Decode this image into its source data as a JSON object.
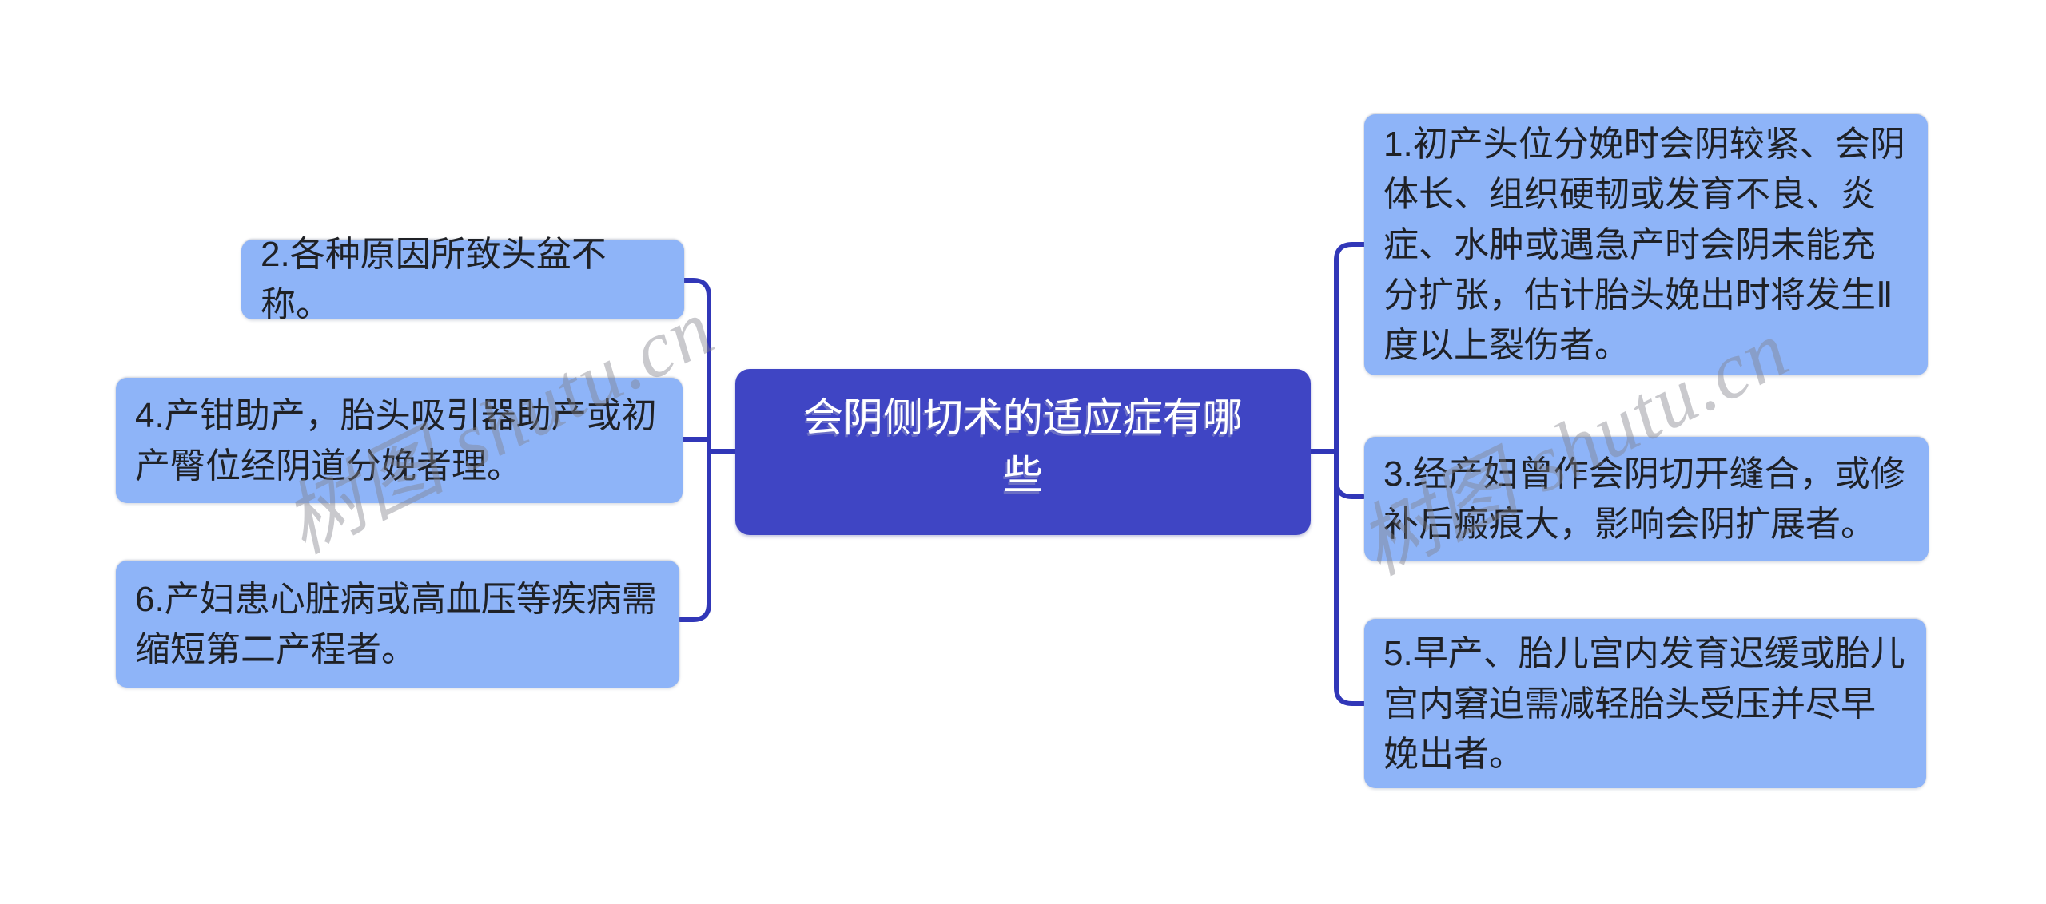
{
  "diagram": {
    "type": "mindmap",
    "central_topic": "会阴侧切术的适应症有哪些",
    "watermark": {
      "text": "树图 shutu.cn",
      "color": "#80808a"
    },
    "colors": {
      "background": "#ffffff",
      "center_node_bg": "#3f45c4",
      "center_node_text": "#ffffff",
      "branch_node_bg": "#8eb4f8",
      "branch_node_text": "#1f2126",
      "connector": "#3137b8"
    },
    "left_nodes": [
      {
        "id": "2",
        "text": "2.各种原因所致头盆不称。"
      },
      {
        "id": "4",
        "text": "4.产钳助产，胎头吸引器助产或初产臀位经阴道分娩者理。"
      },
      {
        "id": "6",
        "text": "6.产妇患心脏病或高血压等疾病需缩短第二产程者。"
      }
    ],
    "right_nodes": [
      {
        "id": "1",
        "text": "1.初产头位分娩时会阴较紧、会阴体长、组织硬韧或发育不良、炎症、水肿或遇急产时会阴未能充分扩张，估计胎头娩出时将发生Ⅱ度以上裂伤者。"
      },
      {
        "id": "3",
        "text": "3.经产妇曾作会阴切开缝合，或修补后瘢痕大，影响会阴扩展者。"
      },
      {
        "id": "5",
        "text": "5.早产、胎儿宫内发育迟缓或胎儿宫内窘迫需减轻胎头受压并尽早娩出者。"
      }
    ]
  }
}
